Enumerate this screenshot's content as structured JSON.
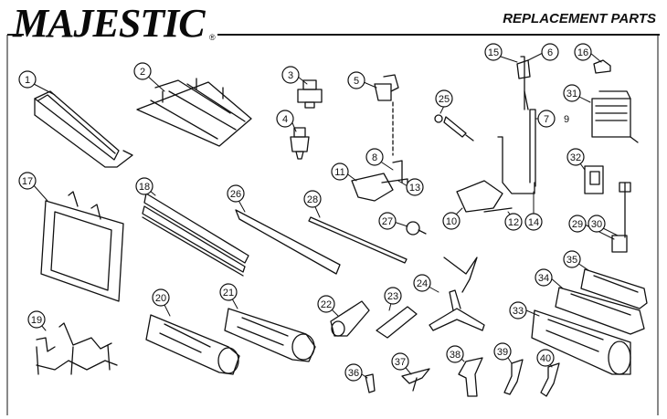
{
  "header": {
    "brand": "MAJESTIC",
    "registered_mark": "®",
    "title": "REPLACEMENT PARTS"
  },
  "callouts": [
    {
      "id": "1",
      "label": "1"
    },
    {
      "id": "2",
      "label": "2"
    },
    {
      "id": "3",
      "label": "3"
    },
    {
      "id": "4",
      "label": "4"
    },
    {
      "id": "5",
      "label": "5"
    },
    {
      "id": "6",
      "label": "6"
    },
    {
      "id": "7",
      "label": "7"
    },
    {
      "id": "8",
      "label": "8"
    },
    {
      "id": "9",
      "label": "9"
    },
    {
      "id": "10",
      "label": "10"
    },
    {
      "id": "11",
      "label": "11"
    },
    {
      "id": "12",
      "label": "12"
    },
    {
      "id": "13",
      "label": "13"
    },
    {
      "id": "14",
      "label": "14"
    },
    {
      "id": "15",
      "label": "15"
    },
    {
      "id": "16",
      "label": "16"
    },
    {
      "id": "17",
      "label": "17"
    },
    {
      "id": "18",
      "label": "18"
    },
    {
      "id": "19",
      "label": "19"
    },
    {
      "id": "20",
      "label": "20"
    },
    {
      "id": "21",
      "label": "21"
    },
    {
      "id": "22",
      "label": "22"
    },
    {
      "id": "23",
      "label": "23"
    },
    {
      "id": "24",
      "label": "24"
    },
    {
      "id": "25",
      "label": "25"
    },
    {
      "id": "26",
      "label": "26"
    },
    {
      "id": "27",
      "label": "27"
    },
    {
      "id": "28",
      "label": "28"
    },
    {
      "id": "29",
      "label": "29"
    },
    {
      "id": "30",
      "label": "30"
    },
    {
      "id": "31",
      "label": "31"
    },
    {
      "id": "32",
      "label": "32"
    },
    {
      "id": "33",
      "label": "33"
    },
    {
      "id": "34",
      "label": "34"
    },
    {
      "id": "35",
      "label": "35"
    },
    {
      "id": "36",
      "label": "36"
    },
    {
      "id": "37",
      "label": "37"
    },
    {
      "id": "38",
      "label": "38"
    },
    {
      "id": "39",
      "label": "39"
    },
    {
      "id": "40",
      "label": "40"
    }
  ]
}
